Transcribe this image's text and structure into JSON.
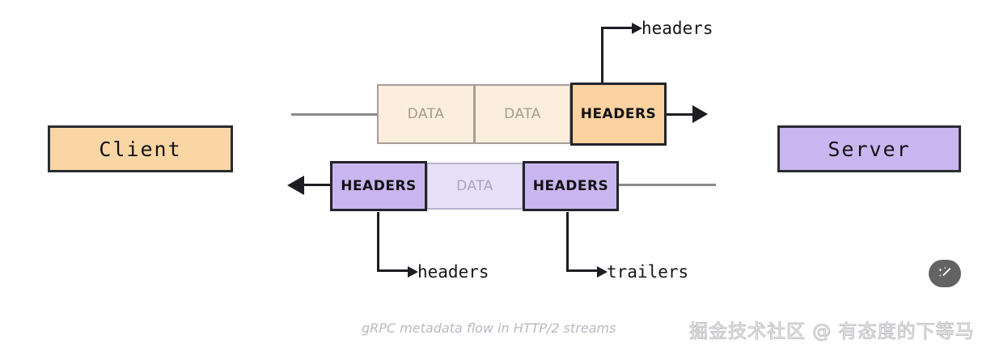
{
  "diagram": {
    "caption": "gRPC metadata flow in HTTP/2 streams",
    "watermark": "掘金技术社区 @ 有态度的下等马",
    "colors": {
      "client_fill": "#fad6a5",
      "server_fill": "#c9b6f0",
      "data_top_fill": "#fceedd",
      "headers_top_fill": "#fbd2a0",
      "data_bot_fill": "#e7e1f7",
      "headers_bot_fill": "#c9b6f0",
      "stroke_dark": "#24242c",
      "stroke_gray": "#8a8a8a",
      "caption_color": "#b9b9c4"
    },
    "endpoints": {
      "client": "Client",
      "server": "Server"
    },
    "request_stream": {
      "direction": "client-to-server",
      "frames": [
        {
          "label": "DATA",
          "kind": "data"
        },
        {
          "label": "DATA",
          "kind": "data"
        },
        {
          "label": "HEADERS",
          "kind": "headers"
        }
      ]
    },
    "response_stream": {
      "direction": "server-to-client",
      "frames": [
        {
          "label": "HEADERS",
          "kind": "headers"
        },
        {
          "label": "DATA",
          "kind": "data"
        },
        {
          "label": "HEADERS",
          "kind": "headers"
        }
      ]
    },
    "annotations": [
      {
        "id": "request-headers",
        "label": "headers",
        "points_to": "request HEADERS frame"
      },
      {
        "id": "response-headers",
        "label": "headers",
        "points_to": "response leading HEADERS frame"
      },
      {
        "id": "response-trailers",
        "label": "trailers",
        "points_to": "response trailing HEADERS frame"
      }
    ],
    "toolbar": {
      "wand_icon": "magic-wand-icon"
    }
  }
}
